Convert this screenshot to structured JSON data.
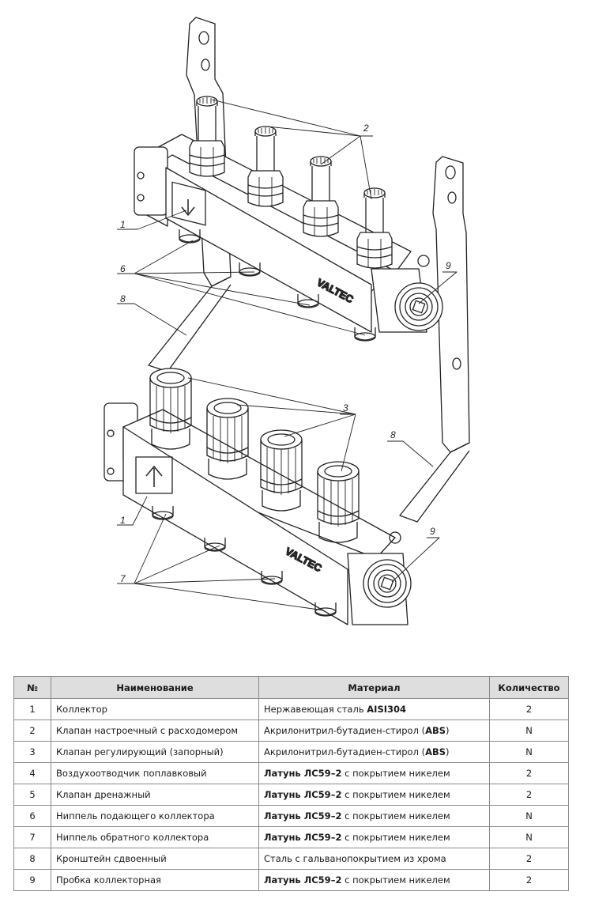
{
  "drawing": {
    "brand": "VALTEC",
    "callouts": [
      "1",
      "2",
      "6",
      "8",
      "9",
      "3",
      "8",
      "1",
      "7",
      "9"
    ]
  },
  "table": {
    "headers": [
      "№",
      "Наименование",
      "Материал",
      "Количество"
    ],
    "rows": [
      {
        "num": "1",
        "name": "Коллектор",
        "mat_b1": "",
        "mat_t": "Нержавеющая сталь ",
        "mat_b2": "AISI304",
        "mat_t2": "",
        "qty": "2"
      },
      {
        "num": "2",
        "name": "Клапан настроечный с расходомером",
        "mat_b1": "",
        "mat_t": "Акрилонитрил-бутадиен-стирол (",
        "mat_b2": "ABS",
        "mat_t2": ")",
        "qty": "N"
      },
      {
        "num": "3",
        "name": "Клапан регулирующий (запорный)",
        "mat_b1": "",
        "mat_t": "Акрилонитрил-бутадиен-стирол (",
        "mat_b2": "ABS",
        "mat_t2": ")",
        "qty": "N"
      },
      {
        "num": "4",
        "name": "Воздухоотводчик поплавковый",
        "mat_b1": "Латунь ЛС59–2",
        "mat_t": " с покрытием никелем",
        "mat_b2": "",
        "mat_t2": "",
        "qty": "2"
      },
      {
        "num": "5",
        "name": "Клапан дренажный",
        "mat_b1": "Латунь ЛС59–2",
        "mat_t": " с покрытием никелем",
        "mat_b2": "",
        "mat_t2": "",
        "qty": "2"
      },
      {
        "num": "6",
        "name": "Ниппель подающего коллектора",
        "mat_b1": "Латунь ЛС59–2",
        "mat_t": " с покрытием никелем",
        "mat_b2": "",
        "mat_t2": "",
        "qty": "N"
      },
      {
        "num": "7",
        "name": "Ниппель обратного коллектора",
        "mat_b1": "Латунь ЛС59–2",
        "mat_t": " с покрытием никелем",
        "mat_b2": "",
        "mat_t2": "",
        "qty": "N"
      },
      {
        "num": "8",
        "name": "Кронштейн сдвоенный",
        "mat_b1": "",
        "mat_t": "Сталь с гальванопокрытием из хрома",
        "mat_b2": "",
        "mat_t2": "",
        "qty": "2"
      },
      {
        "num": "9",
        "name": "Пробка коллекторная",
        "mat_b1": "Латунь ЛС59–2",
        "mat_t": " с покрытием никелем",
        "mat_b2": "",
        "mat_t2": "",
        "qty": "2"
      }
    ]
  }
}
